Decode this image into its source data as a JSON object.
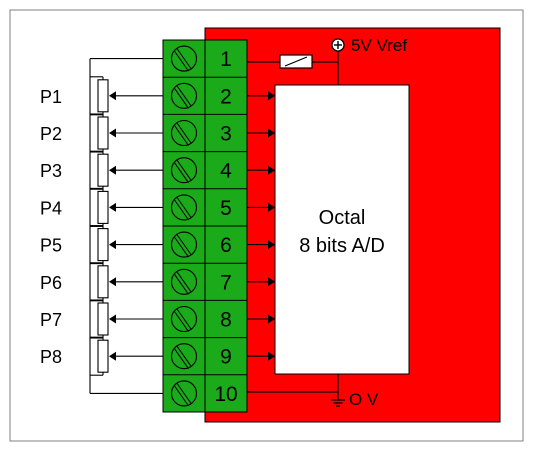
{
  "terminals": [
    "1",
    "2",
    "3",
    "4",
    "5",
    "6",
    "7",
    "8",
    "9",
    "10"
  ],
  "potentiometers": [
    "P1",
    "P2",
    "P3",
    "P4",
    "P5",
    "P6",
    "P7",
    "P8"
  ],
  "adc": {
    "line1": "Octal",
    "line2": "8 bits A/D"
  },
  "supply": {
    "vref_label": "5V Vref",
    "ground_label": "O V"
  },
  "colors": {
    "board": "#ff0000",
    "terminal_block": "#1aaa1a",
    "frame": "#808080",
    "wire": "#000000",
    "chip": "#ffffff"
  }
}
